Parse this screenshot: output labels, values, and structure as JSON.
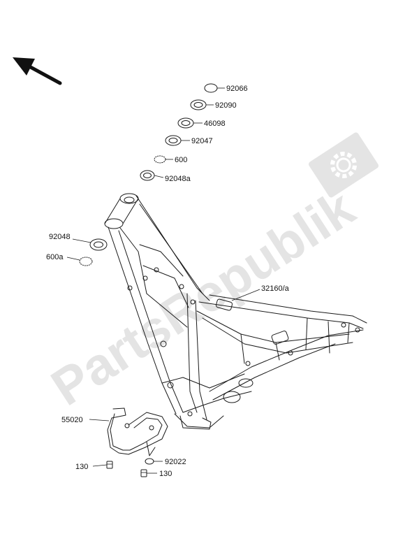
{
  "watermark": {
    "text": "PartsRepublik",
    "color": "#e4e4e4",
    "icon": "gear-icon"
  },
  "direction_arrow": {
    "icon": "arrow-up-left-icon"
  },
  "labels": [
    {
      "id": "p92066",
      "text": "92066"
    },
    {
      "id": "p92090",
      "text": "92090"
    },
    {
      "id": "p46098",
      "text": "46098"
    },
    {
      "id": "p92047",
      "text": "92047"
    },
    {
      "id": "p600",
      "text": "600"
    },
    {
      "id": "p92048a",
      "text": "92048a"
    },
    {
      "id": "p92048",
      "text": "92048"
    },
    {
      "id": "p600a",
      "text": "600a"
    },
    {
      "id": "p32160a",
      "text": "32160/a"
    },
    {
      "id": "p55020",
      "text": "55020"
    },
    {
      "id": "p130a",
      "text": "130"
    },
    {
      "id": "p92022",
      "text": "92022"
    },
    {
      "id": "p130b",
      "text": "130"
    }
  ]
}
